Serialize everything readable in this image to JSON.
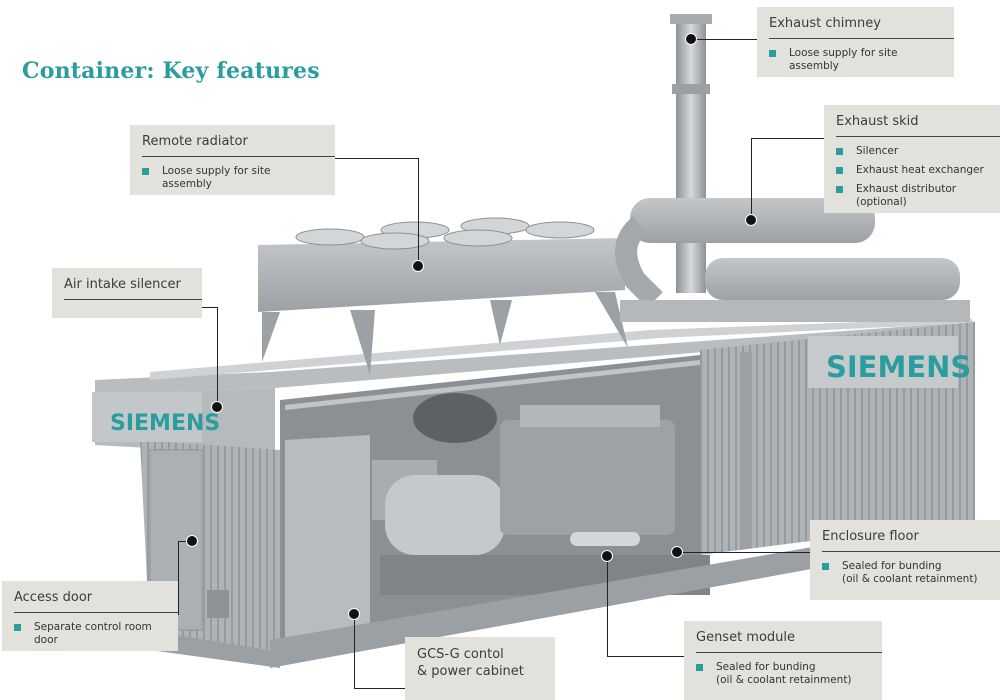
{
  "page": {
    "title": "Container: Key features"
  },
  "branding": {
    "logo_text": "SIEMENS"
  },
  "callouts": {
    "exhaust_chimney": {
      "title": "Exhaust chimney",
      "items": [
        "Loose supply for site assembly"
      ]
    },
    "exhaust_skid": {
      "title": "Exhaust skid",
      "items": [
        "Silencer",
        "Exhaust heat exchanger",
        "Exhaust distributor (optional)"
      ]
    },
    "remote_radiator": {
      "title": "Remote radiator",
      "items": [
        "Loose supply for site assembly"
      ]
    },
    "air_intake": {
      "title": "Air intake silencer",
      "items": []
    },
    "enclosure_floor": {
      "title": "Enclosure floor",
      "items": [
        {
          "line1": "Sealed for bunding",
          "line2": "(oil & coolant retainment)"
        }
      ]
    },
    "access_door": {
      "title": "Access door",
      "items": [
        "Separate control room door"
      ]
    },
    "genset_module": {
      "title": "Genset module",
      "items": [
        {
          "line1": "Sealed for bunding",
          "line2": "(oil & coolant retainment)"
        }
      ]
    },
    "gcs": {
      "title_line1": "GCS-G contol",
      "title_line2": "& power cabinet"
    }
  },
  "colors": {
    "accent": "#2a9d9e",
    "callout_bg": "#e2e1db",
    "container_gray": "#a9aeb2"
  }
}
